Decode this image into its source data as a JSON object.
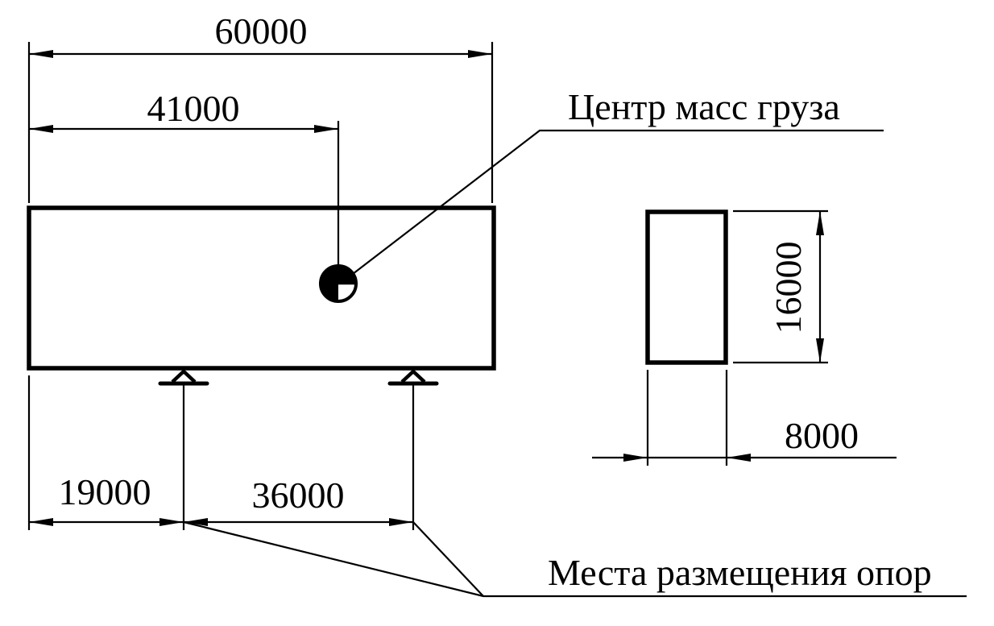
{
  "drawing": {
    "dimensions": {
      "overall_length": "60000",
      "center_of_mass_offset": "41000",
      "first_support_offset": "19000",
      "support_spacing": "36000",
      "height": "16000",
      "width": "8000"
    },
    "labels": {
      "center_of_mass": "Центр масс груза",
      "support_locations": "Места размещения опор"
    },
    "colors": {
      "line": "#000000",
      "background": "#ffffff"
    }
  }
}
